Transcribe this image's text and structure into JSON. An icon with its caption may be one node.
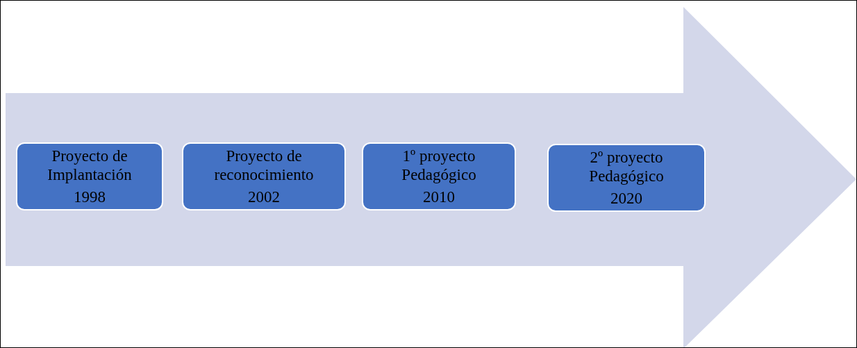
{
  "diagram": {
    "nodes": [
      {
        "text": [],
        "shape": "arrow"
      },
      {
        "text": [
          "Proyecto de Implantación",
          "1998"
        ],
        "in": 0
      },
      {
        "text": [
          "Proyecto de reconocimiento",
          "2002"
        ],
        "in": 0
      },
      {
        "text": [
          "1º proyecto Pedagógico",
          "2010"
        ],
        "in": 0
      },
      {
        "text": [
          "2º proyecto Pedagógico",
          "2020"
        ],
        "in": 0
      }
    ],
    "edges": []
  }
}
